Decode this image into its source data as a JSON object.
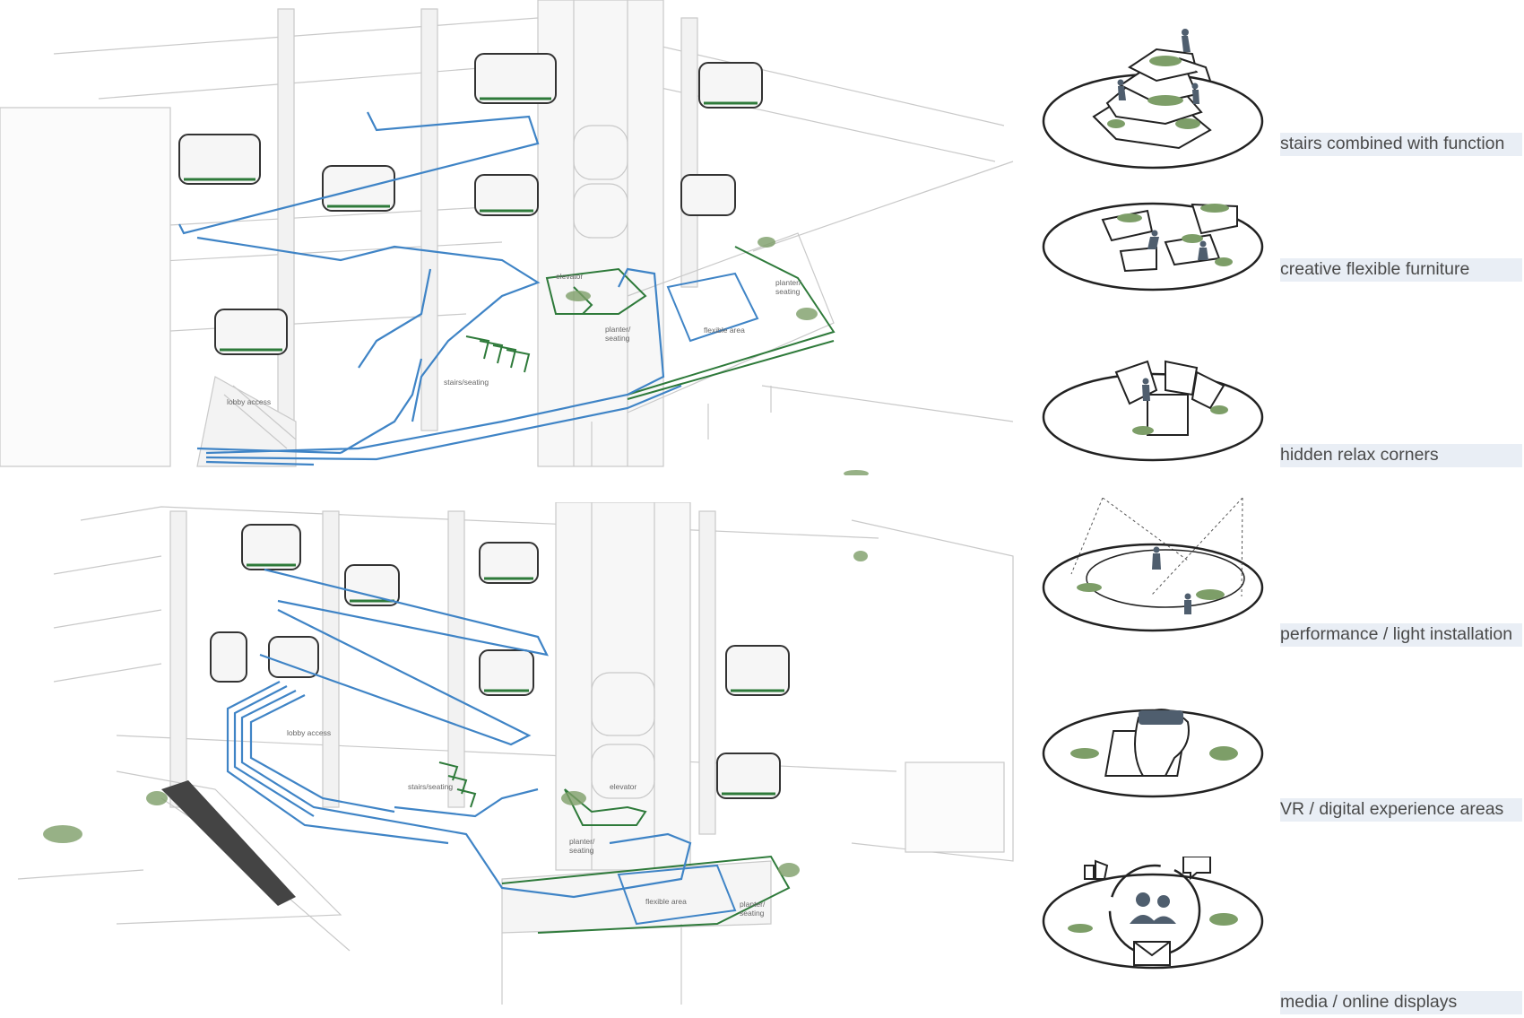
{
  "colors": {
    "circulation": "#3f84c6",
    "greenery": "#2e7a3a",
    "planting": "#7d9e68",
    "figure": "#4f5e6e",
    "caption_band": "#e9eef5",
    "caption_text": "#4a4a4a",
    "structure": "#bfbfbf"
  },
  "views": [
    {
      "name": "upper-axonometric",
      "labels": {
        "elevator": "elevator",
        "planter_right": "planter/\nseating",
        "planter_center": "planter/\nseating",
        "flexible": "flexible area",
        "stairs": "stairs/seating",
        "lobby": "lobby access"
      }
    },
    {
      "name": "lower-axonometric",
      "labels": {
        "lobby": "lobby access",
        "stairs": "stairs/seating",
        "elevator": "elevator",
        "planter_center": "planter/\nseating",
        "flexible": "flexible area",
        "planter_right": "planter/\nseating"
      }
    }
  ],
  "features": [
    {
      "caption": "stairs combined with function",
      "icon": "stairs-planter-icon"
    },
    {
      "caption": "creative flexible furniture",
      "icon": "modular-furniture-icon"
    },
    {
      "caption": "hidden relax corners",
      "icon": "relax-pods-icon"
    },
    {
      "caption": "performance / light installation",
      "icon": "spotlight-performer-icon"
    },
    {
      "caption": "VR / digital experience areas",
      "icon": "vr-headset-phone-icon"
    },
    {
      "caption": "media / online displays",
      "icon": "social-media-icon"
    }
  ]
}
